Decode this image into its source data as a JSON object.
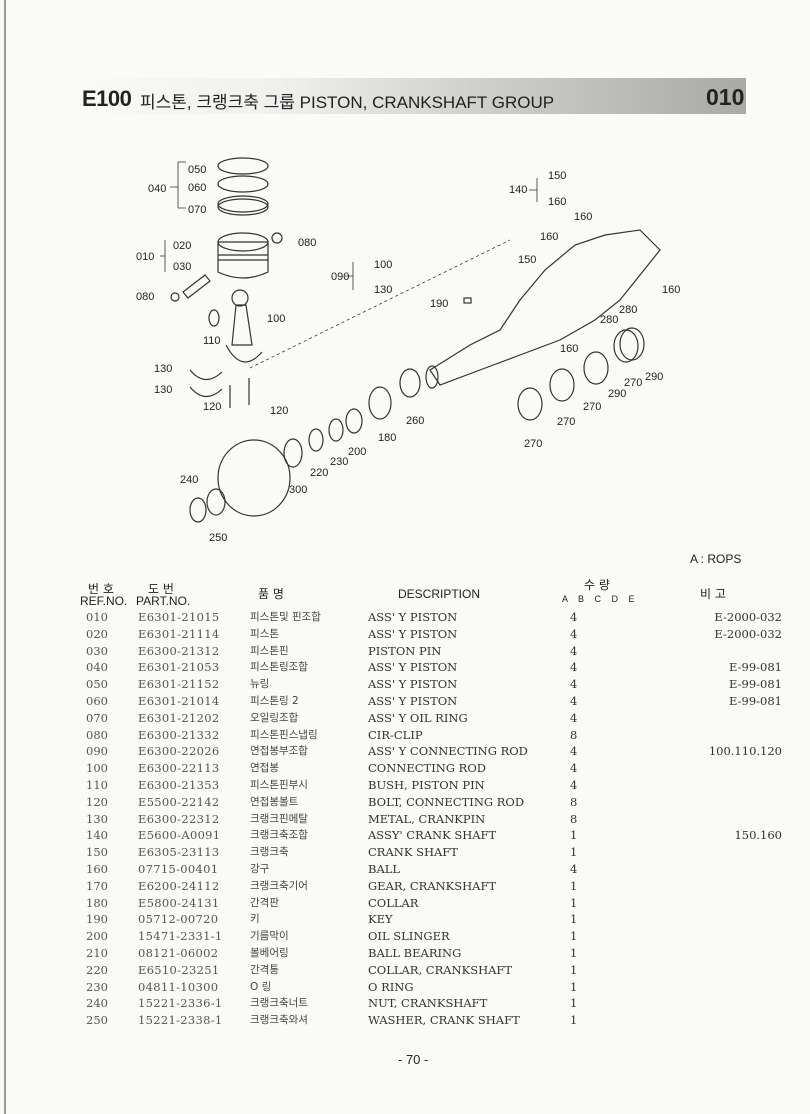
{
  "header": {
    "code": "E100",
    "title": "피스톤, 크랭크축 그룹 PISTON, CRANKSHAFT GROUP",
    "number": "010"
  },
  "diagram": {
    "callouts": [
      "050",
      "040",
      "060",
      "070",
      "020",
      "080",
      "010",
      "030",
      "080",
      "100",
      "090",
      "130",
      "110",
      "100",
      "130",
      "130",
      "120",
      "120",
      "150",
      "140",
      "160",
      "160",
      "160",
      "150",
      "160",
      "190",
      "280",
      "280",
      "160",
      "270",
      "290",
      "290",
      "270",
      "260",
      "180",
      "200",
      "230",
      "220",
      "270",
      "270",
      "240",
      "300",
      "250"
    ]
  },
  "note": "A : ROPS",
  "table_header": {
    "ref_kr": "번 호",
    "ref_en": "REF.NO.",
    "part_kr": "도 번",
    "part_en": "PART.NO.",
    "name_kr": "품 명",
    "description": "DESCRIPTION",
    "qty_kr": "수 량",
    "qty_cols": "A B C D E",
    "remarks_kr": "비 고"
  },
  "rows": [
    {
      "ref": "010",
      "part": "E6301-21015",
      "kr": "피스톤및 핀조합",
      "desc": "ASS' Y PISTON",
      "qty": "4",
      "remark": "E-2000-032"
    },
    {
      "ref": "020",
      "part": "E6301-21114",
      "kr": "피스톤",
      "desc": "ASS' Y PISTON",
      "qty": "4",
      "remark": "E-2000-032"
    },
    {
      "ref": "030",
      "part": "E6300-21312",
      "kr": "피스톤핀",
      "desc": "PISTON PIN",
      "qty": "4",
      "remark": ""
    },
    {
      "ref": "040",
      "part": "E6301-21053",
      "kr": "피스톤링조합",
      "desc": "ASS' Y PISTON",
      "qty": "4",
      "remark": "E-99-081"
    },
    {
      "ref": "050",
      "part": "E6301-21152",
      "kr": "뉴링",
      "desc": "ASS' Y PISTON",
      "qty": "4",
      "remark": "E-99-081"
    },
    {
      "ref": "060",
      "part": "E6301-21014",
      "kr": "피스톤링 2",
      "desc": "ASS' Y PISTON",
      "qty": "4",
      "remark": "E-99-081"
    },
    {
      "ref": "070",
      "part": "E6301-21202",
      "kr": "오일링조합",
      "desc": "ASS' Y OIL RING",
      "qty": "4",
      "remark": ""
    },
    {
      "ref": "080",
      "part": "E6300-21332",
      "kr": "피스톤핀스냅링",
      "desc": "CIR-CLIP",
      "qty": "8",
      "remark": ""
    },
    {
      "ref": "090",
      "part": "E6300-22026",
      "kr": "연접봉부조합",
      "desc": "ASS' Y CONNECTING ROD",
      "qty": "4",
      "remark": "100.110.120"
    },
    {
      "ref": "100",
      "part": "E6300-22113",
      "kr": "연접봉",
      "desc": "CONNECTING ROD",
      "qty": "4",
      "remark": ""
    },
    {
      "ref": "110",
      "part": "E6300-21353",
      "kr": "피스톤핀부시",
      "desc": "BUSH, PISTON PIN",
      "qty": "4",
      "remark": ""
    },
    {
      "ref": "120",
      "part": "E5500-22142",
      "kr": "연접봉볼트",
      "desc": "BOLT, CONNECTING ROD",
      "qty": "8",
      "remark": ""
    },
    {
      "ref": "130",
      "part": "E6300-22312",
      "kr": "크랭크핀메탈",
      "desc": "METAL, CRANKPIN",
      "qty": "8",
      "remark": ""
    },
    {
      "ref": "140",
      "part": "E5600-A0091",
      "kr": "크랭크축조합",
      "desc": "ASSY' CRANK SHAFT",
      "qty": "1",
      "remark": "150.160"
    },
    {
      "ref": "150",
      "part": "E6305-23113",
      "kr": "크랭크축",
      "desc": "CRANK SHAFT",
      "qty": "1",
      "remark": ""
    },
    {
      "ref": "160",
      "part": "07715-00401",
      "kr": "강구",
      "desc": "BALL",
      "qty": "4",
      "remark": ""
    },
    {
      "ref": "170",
      "part": "E6200-24112",
      "kr": "크랭크축기어",
      "desc": "GEAR, CRANKSHAFT",
      "qty": "1",
      "remark": ""
    },
    {
      "ref": "180",
      "part": "E5800-24131",
      "kr": "간격판",
      "desc": "COLLAR",
      "qty": "1",
      "remark": ""
    },
    {
      "ref": "190",
      "part": "05712-00720",
      "kr": "키",
      "desc": "KEY",
      "qty": "1",
      "remark": ""
    },
    {
      "ref": "200",
      "part": "15471-2331-1",
      "kr": "기름막이",
      "desc": "OIL SLINGER",
      "qty": "1",
      "remark": ""
    },
    {
      "ref": "210",
      "part": "08121-06002",
      "kr": "볼베어링",
      "desc": "BALL BEARING",
      "qty": "1",
      "remark": ""
    },
    {
      "ref": "220",
      "part": "E6510-23251",
      "kr": "간격통",
      "desc": "COLLAR, CRANKSHAFT",
      "qty": "1",
      "remark": ""
    },
    {
      "ref": "230",
      "part": "04811-10300",
      "kr": "O 링",
      "desc": "O RING",
      "qty": "1",
      "remark": ""
    },
    {
      "ref": "240",
      "part": "15221-2336-1",
      "kr": "크랭크축너트",
      "desc": "NUT, CRANKSHAFT",
      "qty": "1",
      "remark": ""
    },
    {
      "ref": "250",
      "part": "15221-2338-1",
      "kr": "크랭크축와셔",
      "desc": "WASHER, CRANK SHAFT",
      "qty": "1",
      "remark": ""
    }
  ],
  "page": "- 70 -"
}
